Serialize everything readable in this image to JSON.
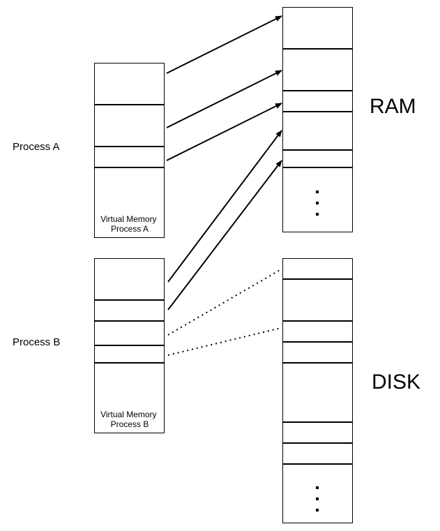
{
  "process_a_label": "Process A",
  "process_b_label": "Process B",
  "vm_a_caption": [
    "Virtual Memory",
    "Process A"
  ],
  "vm_b_caption": [
    "Virtual Memory",
    "Process B"
  ],
  "ram_label": "RAM",
  "disk_label": "DISK",
  "mappings": [
    {
      "from": "Process A",
      "to": "RAM",
      "style": "solid-arrow"
    },
    {
      "from": "Process A",
      "to": "RAM",
      "style": "solid-arrow"
    },
    {
      "from": "Process A",
      "to": "RAM",
      "style": "solid-arrow"
    },
    {
      "from": "Process B",
      "to": "RAM",
      "style": "solid-arrow"
    },
    {
      "from": "Process B",
      "to": "RAM",
      "style": "solid-arrow"
    },
    {
      "from": "Process B",
      "to": "DISK",
      "style": "dotted"
    },
    {
      "from": "Process B",
      "to": "DISK",
      "style": "dotted"
    }
  ]
}
